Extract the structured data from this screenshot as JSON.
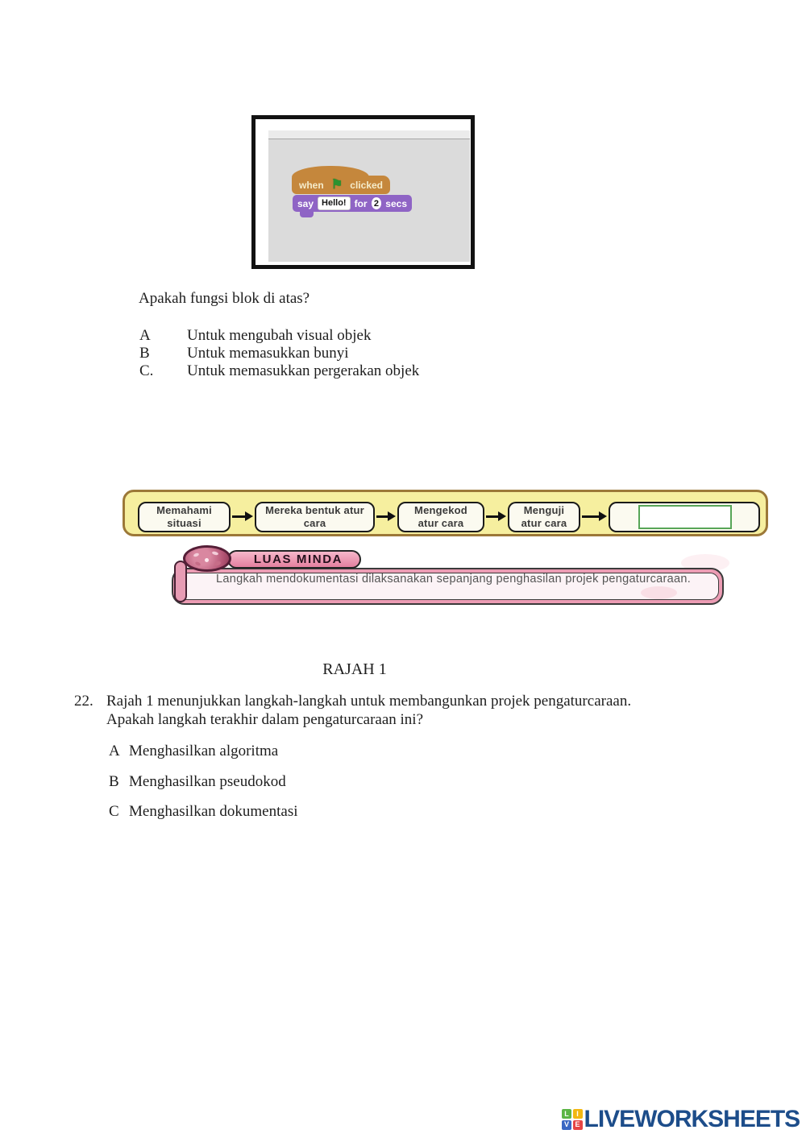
{
  "figure_scratch": {
    "when_label": "when",
    "clicked_label": "clicked",
    "say_label": "say",
    "say_value": "Hello!",
    "for_label": "for",
    "secs_value": "2",
    "secs_label": "secs",
    "colors": {
      "hat_block": "#c5873c",
      "say_block": "#8f64c5",
      "flag_green": "#2c9230"
    }
  },
  "question_blok": {
    "prompt": "Apakah fungsi blok di atas?",
    "options": [
      {
        "label": "A",
        "text": "Untuk mengubah visual objek"
      },
      {
        "label": "B",
        "text": "Untuk memasukkan bunyi"
      },
      {
        "label": "C.",
        "text": "Untuk memasukkan pergerakan objek"
      }
    ]
  },
  "flowchart": {
    "steps": [
      "Memahami situasi",
      "Mereka bentuk atur cara",
      "Mengekod atur cara",
      "Menguji atur cara"
    ],
    "answer_box_value": "",
    "colors": {
      "bar_fill": "#f6ef9f",
      "bar_border": "#9c7838",
      "answer_border": "#57a557"
    },
    "luas_minda": {
      "title": "LUAS MINDA",
      "note": "Langkah mendokumentasi dilaksanakan sepanjang penghasilan projek pengaturcaraan.",
      "accent_pink": "#ec9cb4"
    }
  },
  "caption": "RAJAH 1",
  "question_22": {
    "number": "22.",
    "text_line1": "Rajah 1 menunjukkan langkah-langkah untuk membangunkan projek pengaturcaraan.",
    "text_line2": "Apakah langkah terakhir dalam pengaturcaraan ini?",
    "options": [
      {
        "label": "A",
        "text": "Menghasilkan algoritma"
      },
      {
        "label": "B",
        "text": "Menghasilkan pseudokod"
      },
      {
        "label": "C",
        "text": "Menghasilkan dokumentasi"
      }
    ]
  },
  "footer": {
    "brand": "LIVEWORKSHEETS",
    "brand_color": "#1d4d8a",
    "squares": [
      {
        "letter": "L",
        "color": "#5cb545"
      },
      {
        "letter": "I",
        "color": "#f2b712"
      },
      {
        "letter": "V",
        "color": "#3a67c3"
      },
      {
        "letter": "E",
        "color": "#e64545"
      }
    ]
  }
}
